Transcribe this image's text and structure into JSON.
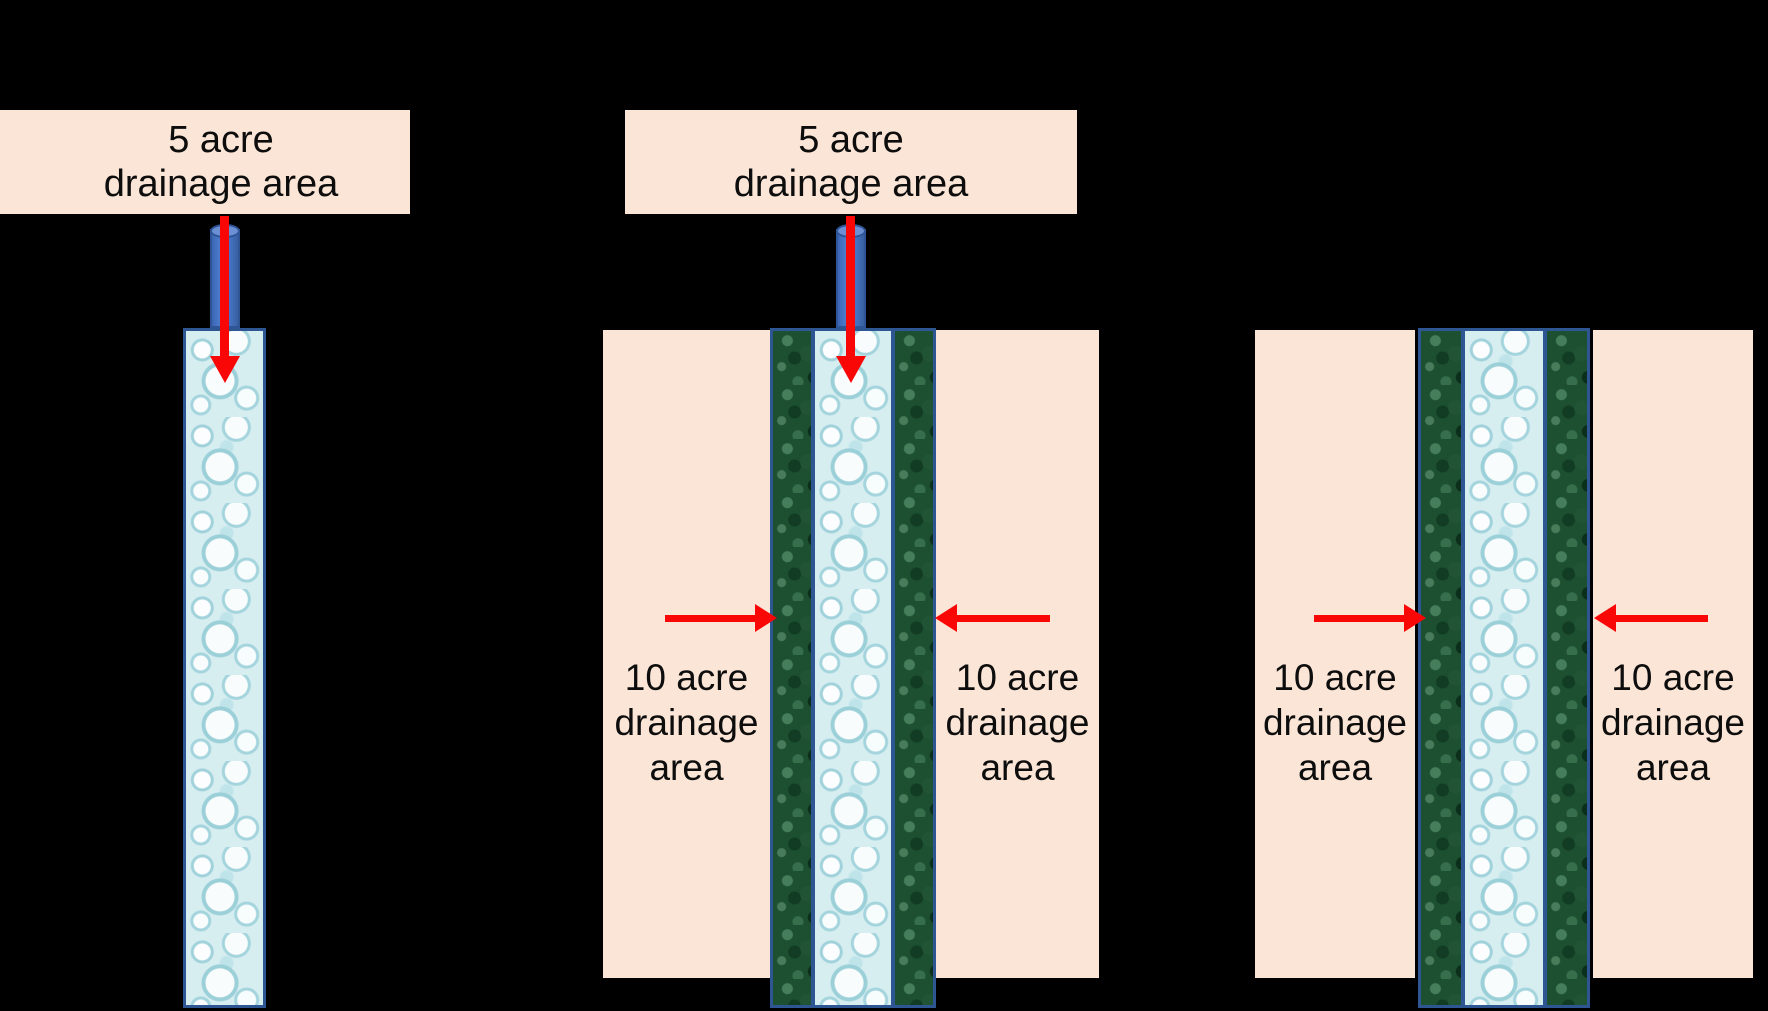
{
  "colors": {
    "background": "#000000",
    "drainage_box_fill": "#FBE5D6",
    "label_text": "#0d0d0d",
    "arrow_red": "#F90606",
    "pipe_fill": "#4472C4",
    "pipe_outline": "#2F5597",
    "stream_outline": "#2E5693",
    "water_fill": "#D7EEF1",
    "buffer_green": "#1D5031"
  },
  "panels": [
    {
      "id": "panel-1",
      "top_box": {
        "lines": [
          "5 acre",
          "drainage area"
        ]
      }
    },
    {
      "id": "panel-2",
      "top_box": {
        "lines": [
          "5 acre",
          "drainage area"
        ]
      },
      "left_box": {
        "lines": [
          "10 acre",
          "drainage",
          "area"
        ]
      },
      "right_box": {
        "lines": [
          "10 acre",
          "drainage",
          "area"
        ]
      }
    },
    {
      "id": "panel-3",
      "left_box": {
        "lines": [
          "10 acre",
          "drainage",
          "area"
        ]
      },
      "right_box": {
        "lines": [
          "10 acre",
          "drainage",
          "area"
        ]
      }
    }
  ]
}
